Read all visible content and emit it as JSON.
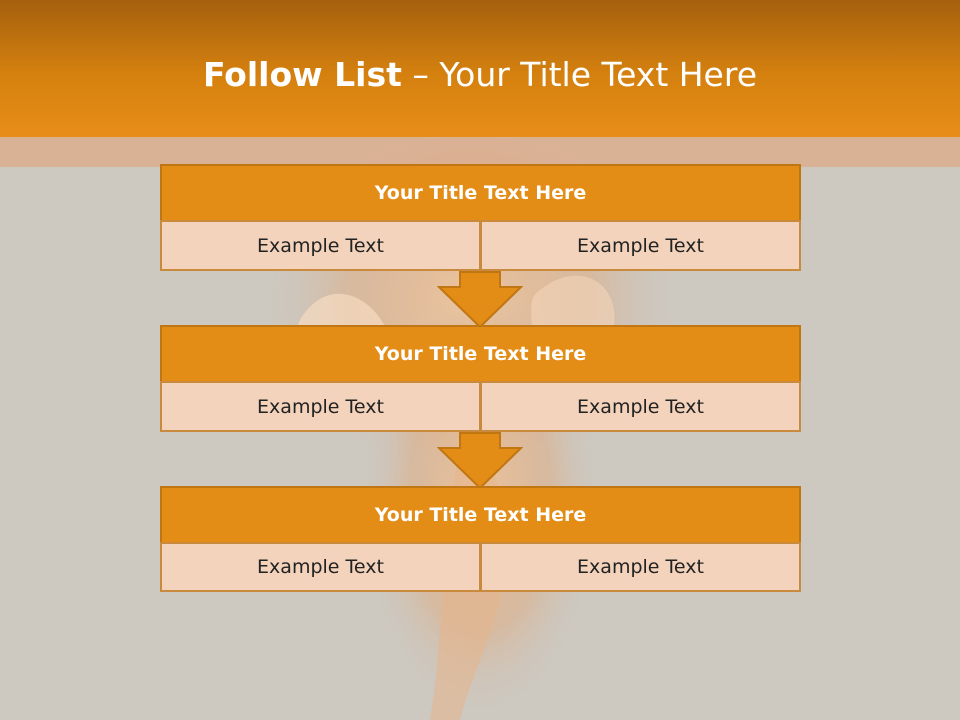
{
  "slide": {
    "title_bold": "Follow List",
    "title_rest": "– Your Title Text Here",
    "steps": [
      {
        "title": "Your Title Text Here",
        "left_text": "Example Text",
        "right_text": "Example Text"
      },
      {
        "title": "Your Title Text Here",
        "left_text": "Example Text",
        "right_text": "Example Text"
      },
      {
        "title": "Your Title Text Here",
        "left_text": "Example Text",
        "right_text": "Example Text"
      }
    ]
  },
  "colors": {
    "header_top": "#a5600e",
    "header_bottom": "#e88d18",
    "box_title_fill": "#e38c16",
    "box_cell_fill": "#f3d3bb",
    "arrow_fill": "#e38c16",
    "background": "#cdc8c0"
  }
}
